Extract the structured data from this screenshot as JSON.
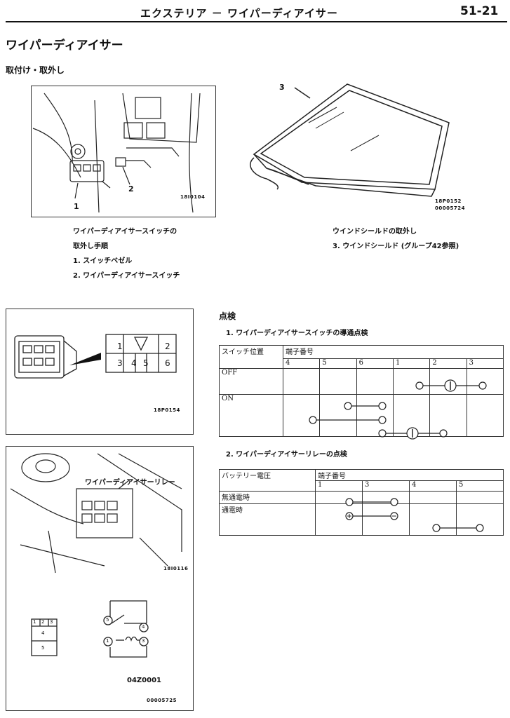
{
  "header": {
    "title": "エクステリア － ワイパーディアイサー",
    "page": "51-21"
  },
  "section_title": "ワイパーディアイサー",
  "subsection_title": "取付け・取外し",
  "fig1": {
    "code": "18I0104",
    "callouts": [
      "1",
      "2"
    ]
  },
  "fig2": {
    "codes": [
      "18P0152",
      "00005724"
    ],
    "callouts": [
      "3"
    ]
  },
  "removal_caption": {
    "heading": "ワイパーディアイサースイッチの",
    "heading2": "取外し手順",
    "steps": [
      "1. スイッチベゼル",
      "2. ワイパーディアイサースイッチ"
    ]
  },
  "windshield_caption": {
    "heading": "ウインドシールドの取外し",
    "step": "3. ウインドシールド (グループ42参照)"
  },
  "inspection": {
    "title": "点検",
    "switch_heading": "1. ワイパーディアイサースイッチの導通点検",
    "switch_table": {
      "col_header": "スイッチ位置",
      "terminal_header": "端子番号",
      "terminals": [
        "4",
        "5",
        "6",
        "1",
        "2",
        "3"
      ],
      "rows": [
        "OFF",
        "ON"
      ]
    },
    "relay_heading": "2. ワイパーディアイサーリレーの点検",
    "relay_table": {
      "col_header": "バッテリー電圧",
      "terminal_header": "端子番号",
      "terminals": [
        "1",
        "3",
        "4",
        "5"
      ],
      "rows": [
        "無通電時",
        "通電時"
      ]
    }
  },
  "fig3": {
    "code": "18P0154",
    "terminals": [
      "1",
      "2",
      "3",
      "4",
      "5",
      "6"
    ]
  },
  "fig4": {
    "relay_label": "ワイパーディアイサーリレー",
    "code": "18I0116",
    "connector_pins": [
      "1",
      "2",
      "3",
      "4",
      "5"
    ],
    "circuit_pins": [
      "5",
      "4",
      "1",
      "3"
    ],
    "part_no": "04Z0001",
    "doc_no": "00005725"
  }
}
